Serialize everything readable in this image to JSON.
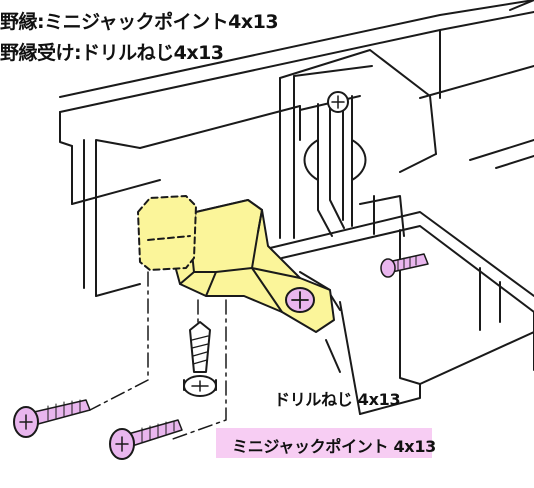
{
  "spec": {
    "line1": "野縁:ミニジャックポイント4x13",
    "line2": "野縁受け:ドリルねじ4x13"
  },
  "labels": {
    "drill_screw": "ドリルねじ 4x13",
    "mini_jack_point": "ミニジャックポイント 4x13"
  },
  "colors": {
    "bracket_fill": "#fbf59a",
    "screw_pink": "#e9b6ee",
    "badge_fill": "#f7cdf3",
    "line": "#1a1a1a"
  }
}
